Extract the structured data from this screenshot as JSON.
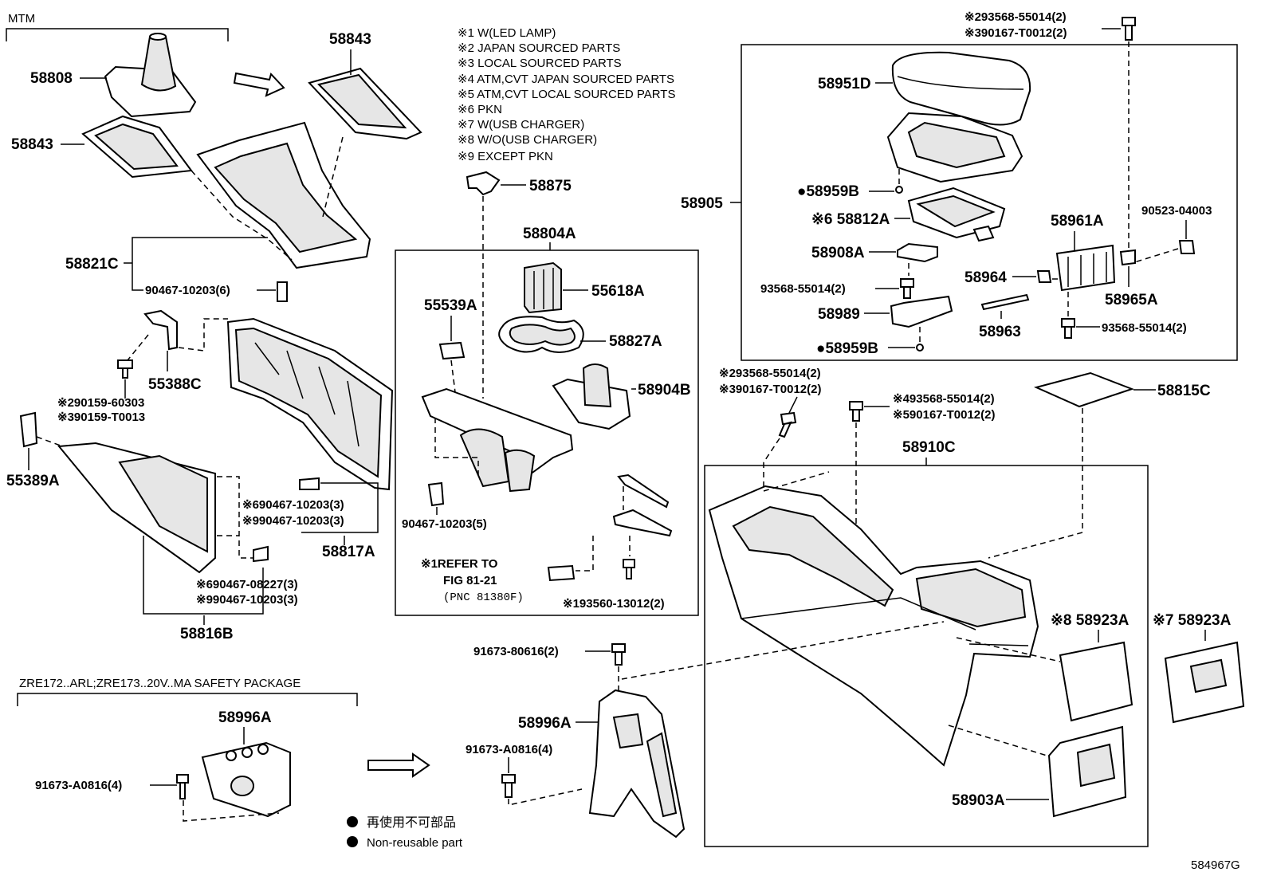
{
  "labels": {
    "mtm": "MTM",
    "p58808": "58808",
    "p58843a": "58843",
    "p58843b": "58843",
    "p58821c": "58821C",
    "p90467_6": "90467-10203(6)",
    "p55388c": "55388C",
    "p90159a": "※290159-60303",
    "p90159b": "※390159-T0013",
    "p55389a": "55389A",
    "p90467_3a": "※690467-10203(3)",
    "p90467_3b": "※990467-10203(3)",
    "p58817a": "58817A",
    "p90467_08227": "※690467-08227(3)",
    "p90467_10203_9": "※990467-10203(3)",
    "p58816b": "58816B",
    "zre_header": "ZRE172..ARL;ZRE173..20V..MA SAFETY PACKAGE",
    "p58996a_left": "58996A",
    "p91673_left": "91673-A0816(4)",
    "p58875": "58875",
    "p58804a": "58804A",
    "p55618a": "55618A",
    "p55539a": "55539A",
    "p58827a": "58827A",
    "p58904b": "58904B",
    "p90467_5": "90467-10203(5)",
    "refer1": "※1REFER TO",
    "refer2": "FIG 81-21",
    "refer3": "(PNC 81380F)",
    "p93560": "※193560-13012(2)",
    "p91673_80616": "91673-80616(2)",
    "p58996a_right": "58996A",
    "p91673_right": "91673-A0816(4)",
    "legend_jp": "再使用不可部品",
    "legend_en": "Non-reusable part",
    "top_a": "※293568-55014(2)",
    "top_b": "※390167-T0012(2)",
    "p58951d": "58951D",
    "p58905": "58905",
    "p58959b_a": "●58959B",
    "p58812a": "※6 58812A",
    "p58908a": "58908A",
    "p93568_a": "93568-55014(2)",
    "p58989": "58989",
    "p58959b_b": "●58959B",
    "p58961a": "58961A",
    "p90523": "90523-04003",
    "p58964": "58964",
    "p58965a": "58965A",
    "p58963": "58963",
    "p93568_b": "93568-55014(2)",
    "mid_a": "※293568-55014(2)",
    "mid_b": "※390167-T0012(2)",
    "mid_c": "※493568-55014(2)",
    "mid_d": "※590167-T0012(2)",
    "p58815c": "58815C",
    "p58910c": "58910C",
    "p58923a_8": "※8 58923A",
    "p58923a_7": "※7 58923A",
    "p58903a": "58903A",
    "figure_id": "584967G"
  },
  "notes": [
    "※1 W(LED LAMP)",
    "※2 JAPAN SOURCED PARTS",
    "※3 LOCAL SOURCED PARTS",
    "※4 ATM,CVT JAPAN SOURCED PARTS",
    "※5 ATM,CVT LOCAL SOURCED PARTS",
    "※6 PKN",
    "※7 W(USB CHARGER)",
    "※8 W/O(USB CHARGER)",
    "※9 EXCEPT PKN"
  ]
}
